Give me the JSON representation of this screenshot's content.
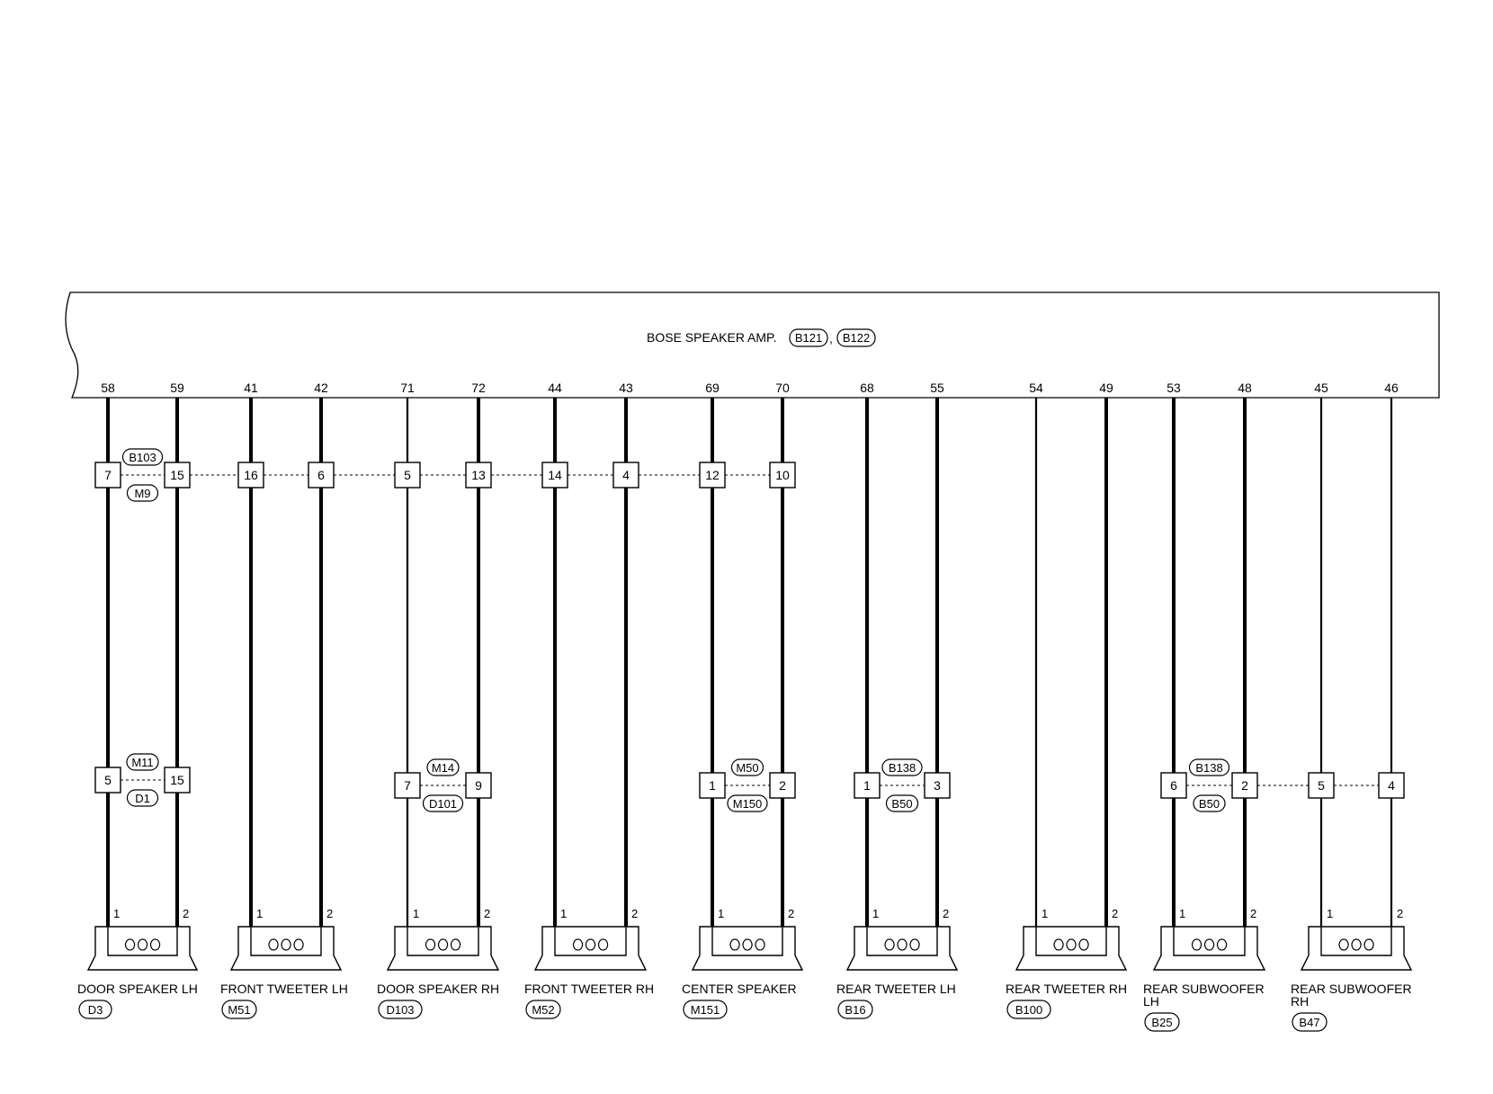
{
  "amp": {
    "label": "BOSE SPEAKER AMP.",
    "connectors": [
      "B121",
      "B122"
    ],
    "separator": ","
  },
  "wires": [
    {
      "amp_pin": "58",
      "thick": true
    },
    {
      "amp_pin": "59",
      "thick": true
    },
    {
      "amp_pin": "41",
      "thick": true
    },
    {
      "amp_pin": "42",
      "thick": true
    },
    {
      "amp_pin": "71",
      "thick": false
    },
    {
      "amp_pin": "72",
      "thick": true
    },
    {
      "amp_pin": "44",
      "thick": true
    },
    {
      "amp_pin": "43",
      "thick": true
    },
    {
      "amp_pin": "69",
      "thick": true
    },
    {
      "amp_pin": "70",
      "thick": true
    },
    {
      "amp_pin": "68",
      "thick": true
    },
    {
      "amp_pin": "55",
      "thick": true
    },
    {
      "amp_pin": "54",
      "thick": false
    },
    {
      "amp_pin": "49",
      "thick": true
    },
    {
      "amp_pin": "53",
      "thick": true
    },
    {
      "amp_pin": "48",
      "thick": true
    },
    {
      "amp_pin": "45",
      "thick": false
    },
    {
      "amp_pin": "46",
      "thick": false
    }
  ],
  "upper_junction": {
    "pins": [
      "7",
      "15",
      "16",
      "6",
      "5",
      "13",
      "14",
      "4",
      "12",
      "10"
    ],
    "tag_top": "B103",
    "tag_bottom": "M9"
  },
  "lower_junctions": [
    {
      "wire_a": 0,
      "wire_b": 1,
      "pin_a": "5",
      "pin_b": "15",
      "tag_top": "M11",
      "tag_bottom": "D1"
    },
    {
      "wire_a": 4,
      "wire_b": 5,
      "pin_a": "7",
      "pin_b": "9",
      "tag_top": "M14",
      "tag_bottom": "D101"
    },
    {
      "wire_a": 8,
      "wire_b": 9,
      "pin_a": "1",
      "pin_b": "2",
      "tag_top": "M50",
      "tag_bottom": "M150"
    },
    {
      "wire_a": 10,
      "wire_b": 11,
      "pin_a": "1",
      "pin_b": "3",
      "tag_top": "B138",
      "tag_bottom": "B50"
    },
    {
      "wire_a": 14,
      "wire_b": 15,
      "pin_a": "6",
      "pin_b": "2",
      "tag_top": "B138",
      "tag_bottom": "B50"
    },
    {
      "wire_a": 16,
      "wire_b": 17,
      "pin_a": "5",
      "pin_b": "4",
      "tag_top": "",
      "tag_bottom": ""
    }
  ],
  "lower_link_48_45": true,
  "speakers": [
    {
      "name": [
        "DOOR SPEAKER LH"
      ],
      "connector": "D3",
      "pin1": "1",
      "pin2": "2"
    },
    {
      "name": [
        "FRONT TWEETER LH"
      ],
      "connector": "M51",
      "pin1": "1",
      "pin2": "2"
    },
    {
      "name": [
        "DOOR SPEAKER RH"
      ],
      "connector": "D103",
      "pin1": "1",
      "pin2": "2"
    },
    {
      "name": [
        "FRONT TWEETER RH"
      ],
      "connector": "M52",
      "pin1": "1",
      "pin2": "2"
    },
    {
      "name": [
        "CENTER SPEAKER"
      ],
      "connector": "M151",
      "pin1": "1",
      "pin2": "2"
    },
    {
      "name": [
        "REAR TWEETER LH"
      ],
      "connector": "B16",
      "pin1": "1",
      "pin2": "2"
    },
    {
      "name": [
        "REAR TWEETER RH"
      ],
      "connector": "B100",
      "pin1": "1",
      "pin2": "2"
    },
    {
      "name": [
        "REAR SUBWOOFER",
        "LH"
      ],
      "connector": "B25",
      "pin1": "1",
      "pin2": "2"
    },
    {
      "name": [
        "REAR SUBWOOFER",
        "RH"
      ],
      "connector": "B47",
      "pin1": "1",
      "pin2": "2"
    }
  ]
}
